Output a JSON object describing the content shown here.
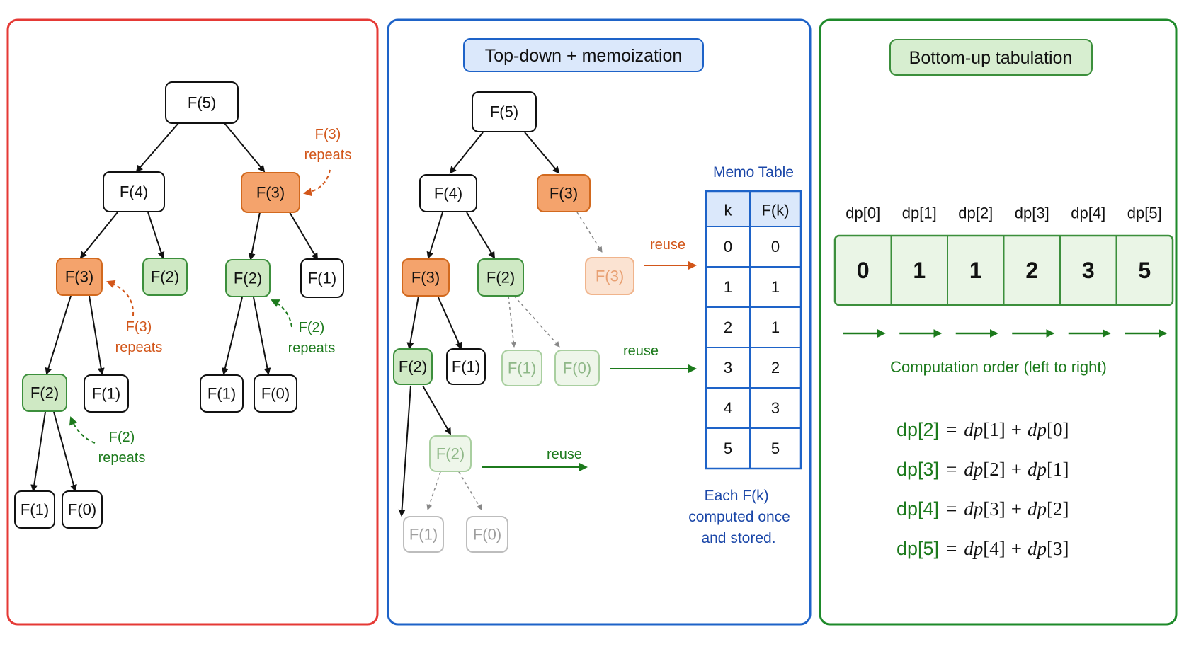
{
  "colors": {
    "red_panel": "#e53935",
    "blue_panel": "#1e63c8",
    "green_panel": "#1e8a2a",
    "orange_fill": "#f4a36c",
    "orange_stroke": "#d2691e",
    "orange_text": "#d2561a",
    "green_fill": "#cfe9c4",
    "green_stroke": "#3c8f3c",
    "green_text": "#1c7a1c",
    "blue_text": "#1b47a8"
  },
  "panel1": {
    "nodes": [
      {
        "id": "p1-f5",
        "label": "F(5)",
        "style": "white"
      },
      {
        "id": "p1-f4",
        "label": "F(4)",
        "style": "white"
      },
      {
        "id": "p1-f3-right",
        "label": "F(3)",
        "style": "orange"
      },
      {
        "id": "p1-f3-left",
        "label": "F(3)",
        "style": "orange"
      },
      {
        "id": "p1-f2-a",
        "label": "F(2)",
        "style": "green"
      },
      {
        "id": "p1-f2-b",
        "label": "F(2)",
        "style": "green"
      },
      {
        "id": "p1-f1-a",
        "label": "F(1)",
        "style": "white"
      },
      {
        "id": "p1-f2-c",
        "label": "F(2)",
        "style": "green"
      },
      {
        "id": "p1-f1-b",
        "label": "F(1)",
        "style": "white"
      },
      {
        "id": "p1-f1-c",
        "label": "F(1)",
        "style": "white"
      },
      {
        "id": "p1-f0-a",
        "label": "F(0)",
        "style": "white"
      },
      {
        "id": "p1-f1-d",
        "label": "F(1)",
        "style": "white"
      },
      {
        "id": "p1-f0-b",
        "label": "F(0)",
        "style": "white"
      }
    ],
    "annotations": [
      {
        "line1": "F(3)",
        "line2": "repeats",
        "color": "orange"
      },
      {
        "line1": "F(3)",
        "line2": "repeats",
        "color": "orange"
      },
      {
        "line1": "F(2)",
        "line2": "repeats",
        "color": "green"
      },
      {
        "line1": "F(2)",
        "line2": "repeats",
        "color": "green"
      }
    ]
  },
  "panel2": {
    "title": "Top-down + memoization",
    "nodes": [
      {
        "id": "p2-f5",
        "label": "F(5)",
        "style": "white"
      },
      {
        "id": "p2-f4",
        "label": "F(4)",
        "style": "white"
      },
      {
        "id": "p2-f3-right",
        "label": "F(3)",
        "style": "orange"
      },
      {
        "id": "p2-f3-ghost",
        "label": "F(3)",
        "style": "ghost-orange"
      },
      {
        "id": "p2-f3-left",
        "label": "F(3)",
        "style": "orange"
      },
      {
        "id": "p2-f2-a",
        "label": "F(2)",
        "style": "green"
      },
      {
        "id": "p2-f1-ghost-a",
        "label": "F(1)",
        "style": "ghost-green"
      },
      {
        "id": "p2-f0-ghost-a",
        "label": "F(0)",
        "style": "ghost-green"
      },
      {
        "id": "p2-f2-b",
        "label": "F(2)",
        "style": "green"
      },
      {
        "id": "p2-f1-a",
        "label": "F(1)",
        "style": "white"
      },
      {
        "id": "p2-f2-ghost",
        "label": "F(2)",
        "style": "ghost-green"
      },
      {
        "id": "p2-f1-ghost-b",
        "label": "F(1)",
        "style": "ghost-white"
      },
      {
        "id": "p2-f0-ghost-b",
        "label": "F(0)",
        "style": "ghost-white"
      }
    ],
    "reuse_labels": [
      "reuse",
      "reuse",
      "reuse"
    ],
    "memo_title": "Memo Table",
    "memo_headers": [
      "k",
      "F(k)"
    ],
    "memo_rows": [
      [
        "0",
        "0"
      ],
      [
        "1",
        "1"
      ],
      [
        "2",
        "1"
      ],
      [
        "3",
        "2"
      ],
      [
        "4",
        "3"
      ],
      [
        "5",
        "5"
      ]
    ],
    "note_lines": [
      "Each F(k)",
      "computed once",
      "and stored."
    ]
  },
  "panel3": {
    "title": "Bottom-up tabulation",
    "dp_labels": [
      "dp[0]",
      "dp[1]",
      "dp[2]",
      "dp[3]",
      "dp[4]",
      "dp[5]"
    ],
    "dp_values": [
      "0",
      "1",
      "1",
      "2",
      "3",
      "5"
    ],
    "order_caption": "Computation order (left to right)",
    "equations": [
      {
        "lhs": "dp[2]",
        "rhs": [
          "dp",
          "[1]",
          "dp",
          "[0]"
        ]
      },
      {
        "lhs": "dp[3]",
        "rhs": [
          "dp",
          "[2]",
          "dp",
          "[1]"
        ]
      },
      {
        "lhs": "dp[4]",
        "rhs": [
          "dp",
          "[3]",
          "dp",
          "[2]"
        ]
      },
      {
        "lhs": "dp[5]",
        "rhs": [
          "dp",
          "[4]",
          "dp",
          "[3]"
        ]
      }
    ]
  }
}
